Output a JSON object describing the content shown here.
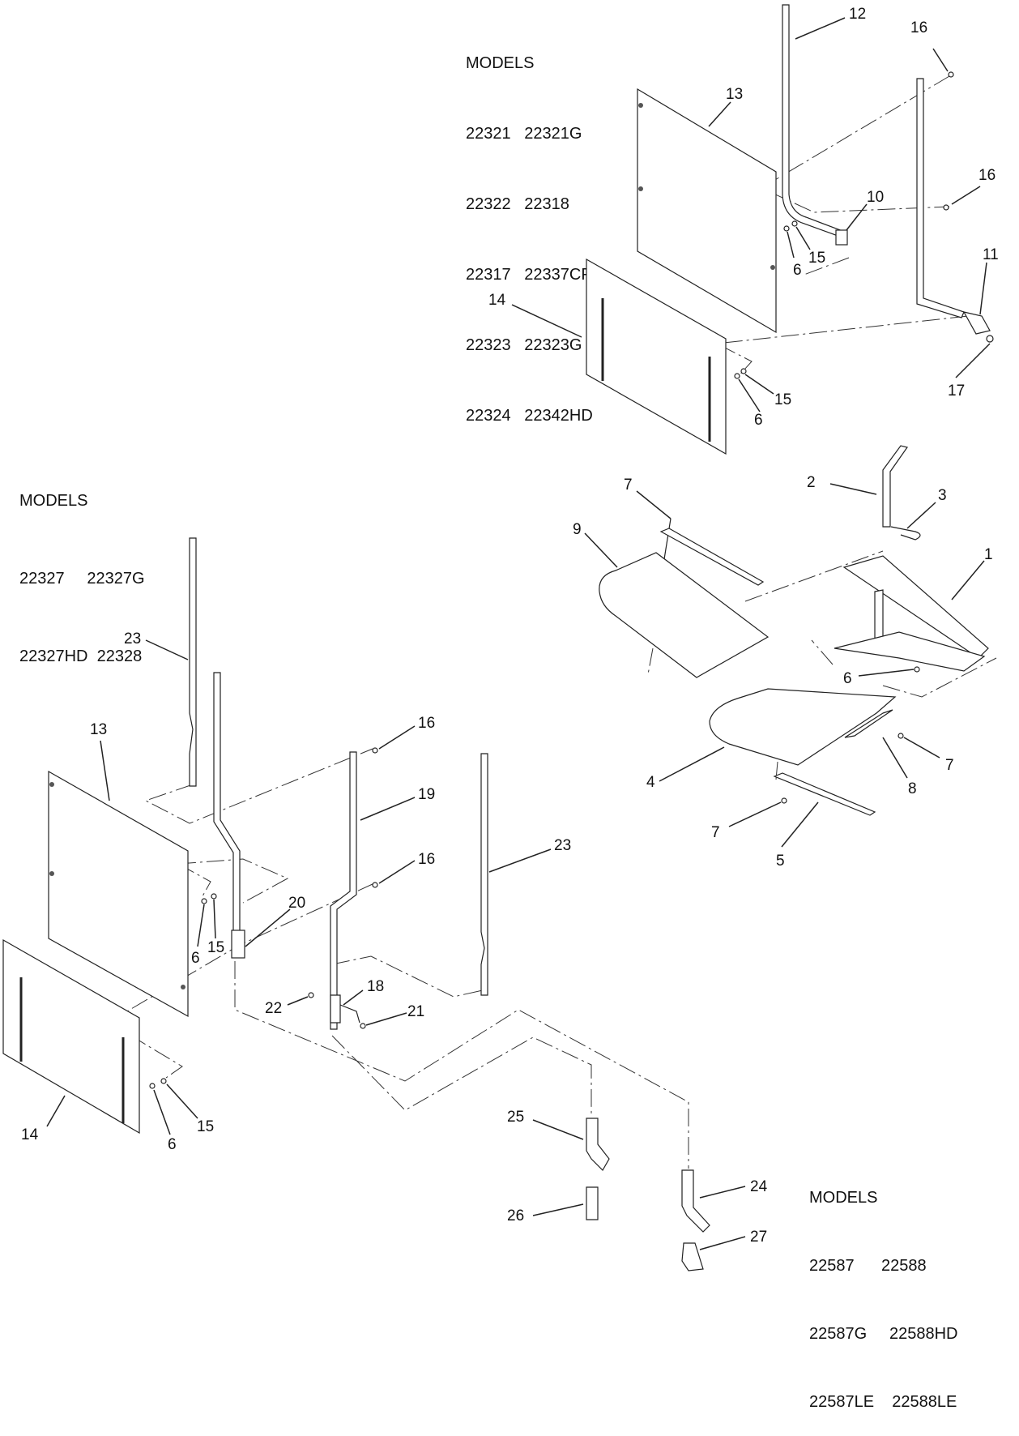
{
  "model_blocks": [
    {
      "title": "MODELS",
      "lines": [
        "22321   22321G",
        "22322   22318",
        "22317   22337CP",
        "22323   22323G",
        "22324   22342HD"
      ]
    },
    {
      "title": "MODELS",
      "lines": [
        "22327     22327G",
        "22327HD  22328"
      ]
    },
    {
      "title": "MODELS",
      "lines": [
        "22587      22588",
        "22587G     22588HD",
        "22587LE    22588LE"
      ]
    }
  ],
  "callouts": [
    "12",
    "16",
    "13",
    "16",
    "10",
    "6",
    "15",
    "11",
    "14",
    "17",
    "15",
    "6",
    "2",
    "3",
    "7",
    "9",
    "1",
    "6",
    "4",
    "7",
    "8",
    "7",
    "5",
    "23",
    "13",
    "16",
    "19",
    "16",
    "23",
    "20",
    "6",
    "15",
    "18",
    "22",
    "21",
    "14",
    "6",
    "15",
    "25",
    "24",
    "26",
    "27"
  ]
}
